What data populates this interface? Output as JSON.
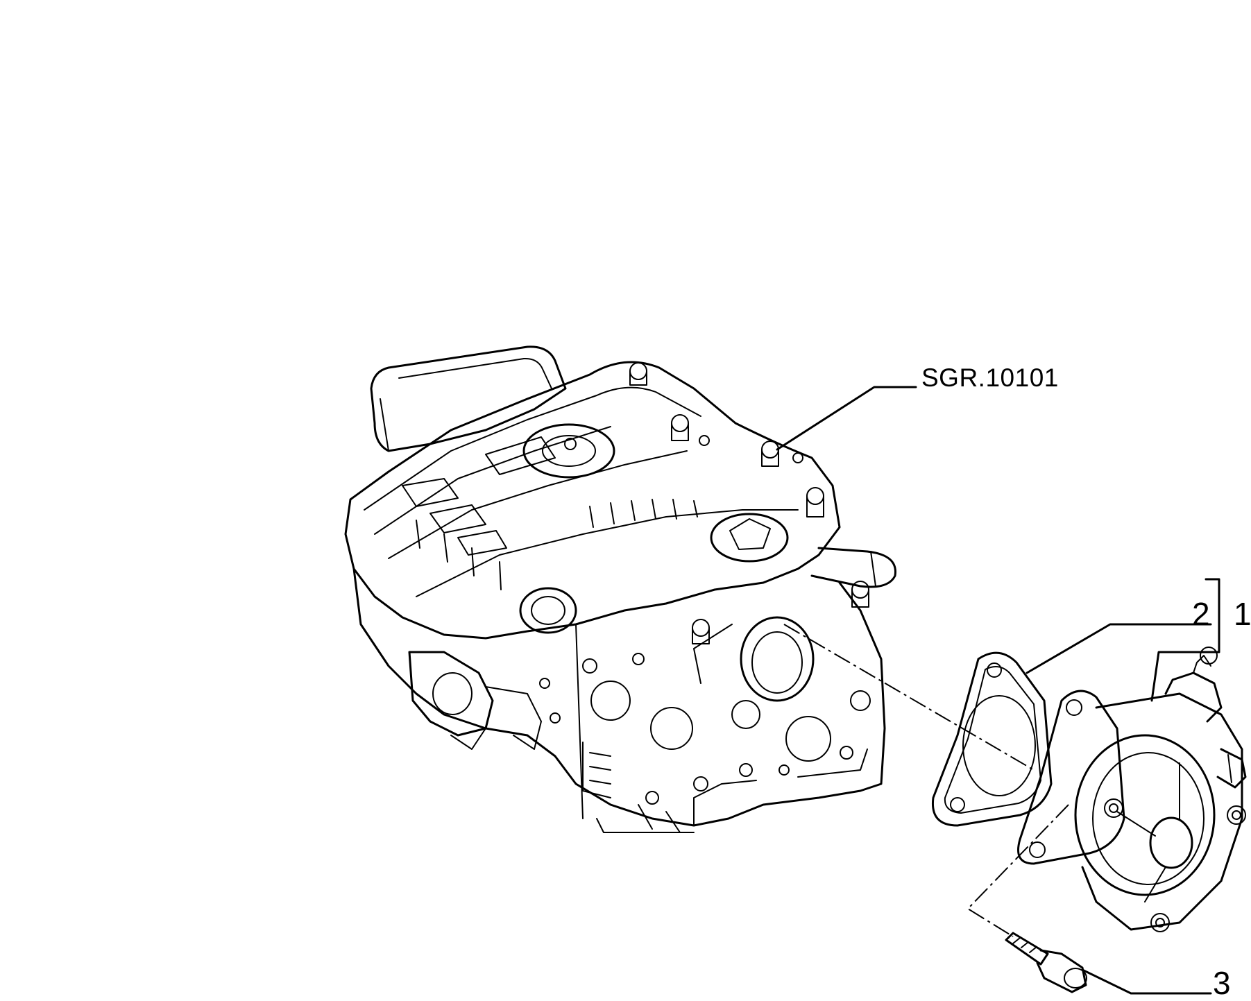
{
  "diagram": {
    "reference_label": "SGR.10101",
    "callouts": [
      {
        "id": "1",
        "label": "1"
      },
      {
        "id": "2",
        "label": "2"
      },
      {
        "id": "3",
        "label": "3"
      }
    ],
    "line_color": "#000000",
    "background": "#ffffff"
  }
}
